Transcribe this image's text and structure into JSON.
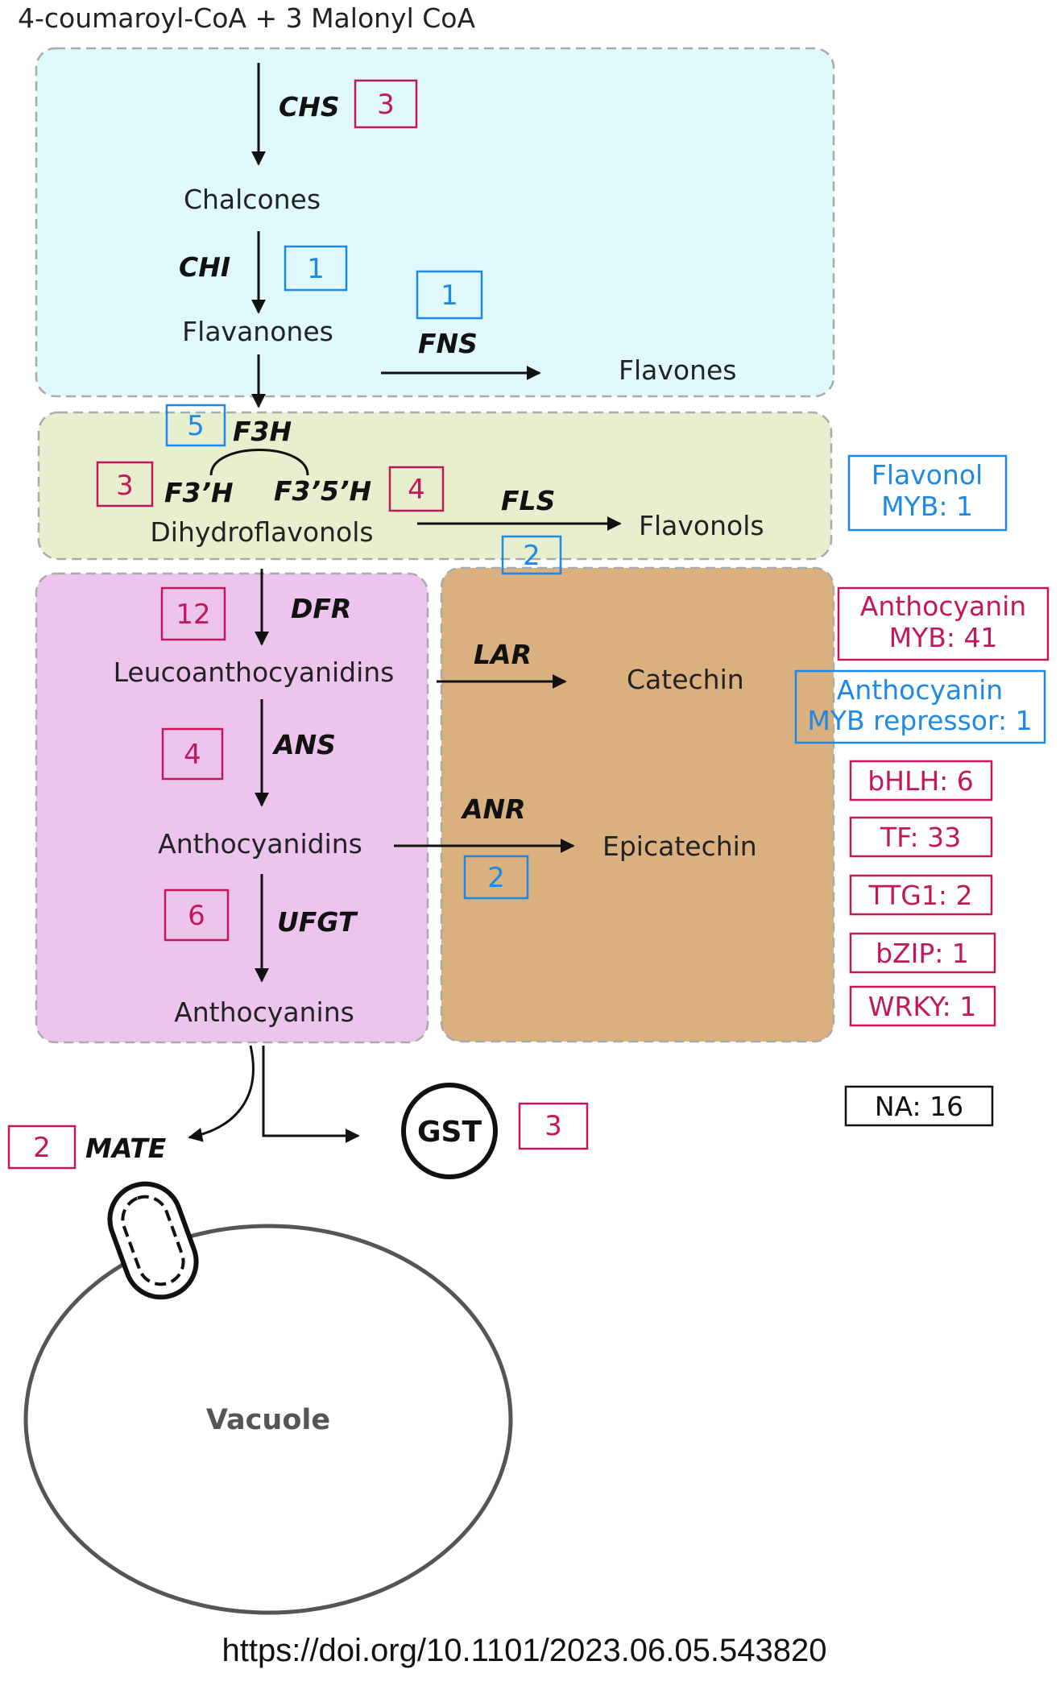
{
  "header": {
    "substrates": "4-coumaroyl-CoA + 3 Malonyl CoA"
  },
  "regions": {
    "cyan": {
      "color": "#dff9fc"
    },
    "green": {
      "color": "#e8efcf"
    },
    "pink": {
      "color": "#edc4ee"
    },
    "brown": {
      "color": "#dbb07f"
    }
  },
  "metabolites": {
    "chalcones": "Chalcones",
    "flavanones": "Flavanones",
    "flavones": "Flavones",
    "dihydroflavonols": "Dihydroflavonols",
    "flavonols": "Flavonols",
    "leucoanthocyanidins": "Leucoanthocyanidins",
    "catechin": "Catechin",
    "anthocyanidins": "Anthocyanidins",
    "epicatechin": "Epicatechin",
    "anthocyanins": "Anthocyanins",
    "gst": "GST",
    "vacuole": "Vacuole"
  },
  "enzymes": {
    "chs": {
      "name": "CHS",
      "count": "3",
      "color": "red"
    },
    "chi": {
      "name": "CHI",
      "count": "1",
      "color": "blue"
    },
    "fns": {
      "name": "FNS",
      "count": "1",
      "color": "blue"
    },
    "f3h": {
      "name": "F3H",
      "count": "5",
      "color": "blue"
    },
    "f3h_prime": {
      "name": "F3’H",
      "count": "3",
      "color": "red"
    },
    "f35h": {
      "name": "F3’5’H",
      "count": "4",
      "color": "red"
    },
    "fls": {
      "name": "FLS",
      "count": "2",
      "color": "blue"
    },
    "dfr": {
      "name": "DFR",
      "count": "12",
      "color": "red"
    },
    "lar": {
      "name": "LAR"
    },
    "ans": {
      "name": "ANS",
      "count": "4",
      "color": "red"
    },
    "anr": {
      "name": "ANR",
      "count": "2",
      "color": "blue"
    },
    "ufgt": {
      "name": "UFGT",
      "count": "6",
      "color": "red"
    },
    "mate": {
      "name": "MATE",
      "count": "2",
      "color": "red"
    },
    "gst": {
      "count": "3",
      "color": "red"
    }
  },
  "legend": {
    "flavonol_myb": {
      "line1": "Flavonol",
      "line2": "MYB: 1",
      "color": "blue"
    },
    "anthocyanin_myb": {
      "line1": "Anthocyanin",
      "line2": "MYB: 41",
      "color": "red"
    },
    "anthocyanin_myb_repressor": {
      "line1": "Anthocyanin",
      "line2": "MYB repressor: 1",
      "color": "blue"
    },
    "bhlh": {
      "label": "bHLH: 6",
      "color": "red"
    },
    "tf": {
      "label": "TF: 33",
      "color": "red"
    },
    "ttg1": {
      "label": "TTG1: 2",
      "color": "red"
    },
    "bzip": {
      "label": "bZIP: 1",
      "color": "red"
    },
    "wrky": {
      "label": "WRKY: 1",
      "color": "red"
    },
    "na": {
      "label": "NA: 16",
      "color": "black"
    }
  },
  "footer": {
    "doi": "https://doi.org/10.1101/2023.06.05.543820"
  },
  "colors": {
    "red": "#c2185b",
    "blue": "#1e88e5",
    "black": "#111111"
  }
}
